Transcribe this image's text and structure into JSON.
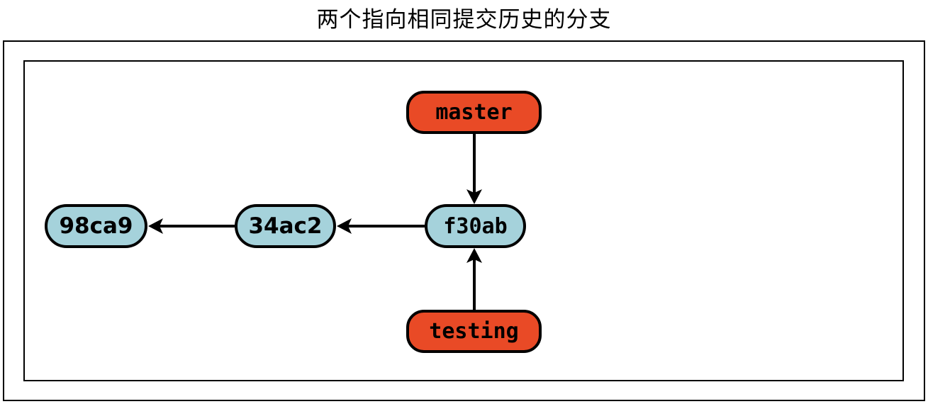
{
  "title": "两个指向相同提交历史的分支",
  "colors": {
    "commit_fill": "#A5D2DB",
    "branch_fill": "#E94A26",
    "stroke": "#000000",
    "background": "#FFFFFF"
  },
  "nodes": {
    "commits": [
      {
        "id": "98ca9",
        "label": "98ca9"
      },
      {
        "id": "34ac2",
        "label": "34ac2"
      },
      {
        "id": "f30ab",
        "label": "f30ab"
      }
    ],
    "branches": [
      {
        "id": "master",
        "label": "master"
      },
      {
        "id": "testing",
        "label": "testing"
      }
    ]
  },
  "edges": [
    {
      "from": "master",
      "to": "f30ab",
      "direction": "down"
    },
    {
      "from": "testing",
      "to": "f30ab",
      "direction": "up"
    },
    {
      "from": "f30ab",
      "to": "34ac2",
      "direction": "left"
    },
    {
      "from": "34ac2",
      "to": "98ca9",
      "direction": "left"
    }
  ]
}
